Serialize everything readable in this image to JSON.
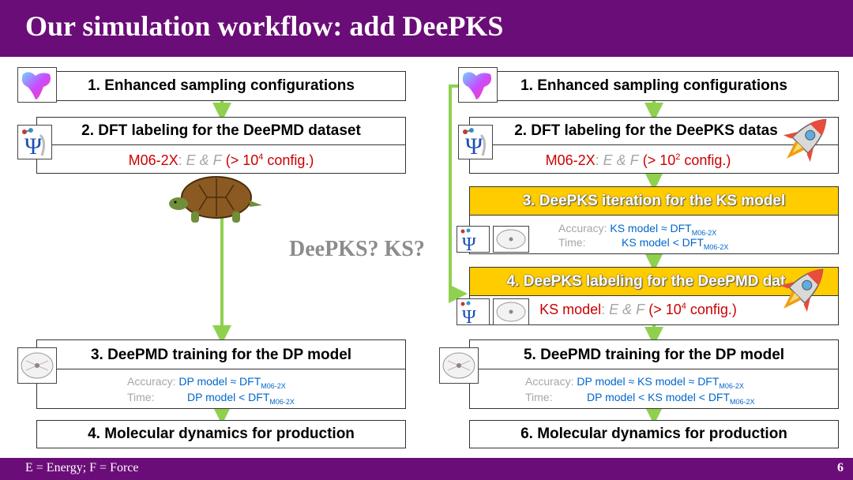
{
  "title": "Our simulation workflow: add DeePKS",
  "footer": {
    "legend": "E = Energy; F = Force",
    "page": "6"
  },
  "center_question": "DeePKS? KS?",
  "colors": {
    "purple": "#6b0d78",
    "green_arrow": "#8fd14f",
    "yellow": "#ffcc00",
    "red": "#cc0000",
    "blue": "#0066cc"
  },
  "left": {
    "step1": "1. Enhanced sampling configurations",
    "step2": "2. DFT labeling for the DeePMD dataset",
    "step2_detail": {
      "method": "M06-2X",
      "colon": ":",
      "vars": "E & F",
      "count_pre": "(> 10",
      "count_exp": "4",
      "count_post": " config.)"
    },
    "step3": "3. DeePMD training for the DP model",
    "step3_acc_label": "Accuracy:",
    "step3_acc_value": "DP model ≈ DFT",
    "step3_time_label": "Time:",
    "step3_time_value": "DP model < DFT",
    "sub": "M06-2X",
    "step4": "4. Molecular dynamics for production"
  },
  "right": {
    "step1": "1. Enhanced sampling configurations",
    "step2": "2. DFT labeling for the DeePKS datas",
    "step2_detail": {
      "method": "M06-2X",
      "colon": ":",
      "vars": "E & F",
      "count_pre": "(> 10",
      "count_exp": "2",
      "count_post": " config.)"
    },
    "step3": "3. DeePKS iteration for the KS model",
    "step3_acc_label": "Accuracy:",
    "step3_acc_value": "KS model ≈  DFT",
    "step3_time_label": "Time:",
    "step3_time_value": "KS model <  DFT",
    "step4": "4. DeePKS labeling for the DeePMD dat",
    "step4_detail": {
      "model": "KS model",
      "colon": ":",
      "vars": "E & F",
      "count_pre": " (> 10",
      "count_exp": "4",
      "count_post": " config.)"
    },
    "step5": "5. DeePMD training for the DP model",
    "step5_acc_label": "Accuracy:",
    "step5_acc_value": "DP model ≈ KS model ≈ DFT",
    "step5_time_label": "Time:",
    "step5_time_value": "DP model < KS model < DFT",
    "sub": "M06-2X",
    "step6": "6. Molecular dynamics for production"
  },
  "icons": [
    "energy-landscape-icon",
    "psi-wavefunction-icon",
    "neural-network-icon",
    "tortoise-icon",
    "rocket-icon"
  ]
}
